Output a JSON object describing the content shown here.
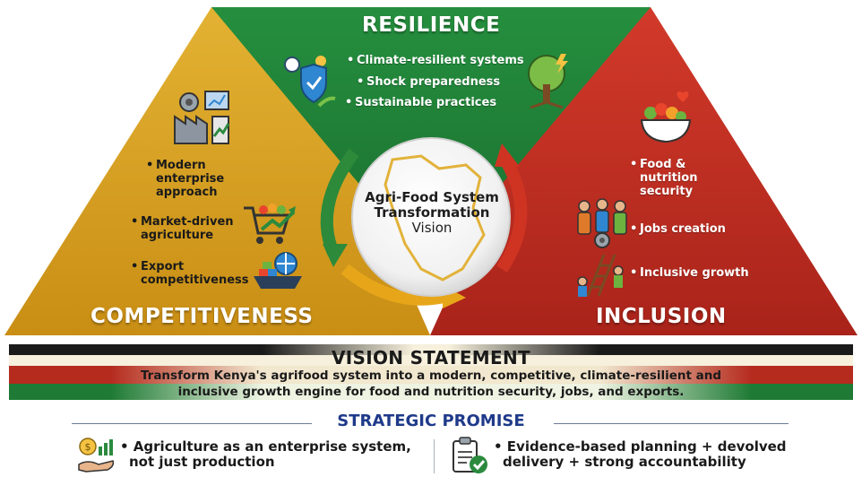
{
  "panels": {
    "resilience": {
      "title": "RESILIENCE",
      "color": "#1e8a3a",
      "bullets": [
        "Climate-resilient systems",
        "Shock preparedness",
        "Sustainable practices"
      ],
      "icons": [
        "shield-plant-icon",
        "tree-icon"
      ]
    },
    "competitiveness": {
      "title": "COMPETITIVENESS",
      "color": "#d9a21c",
      "bullets": [
        [
          "Modern",
          "enterprise",
          "approach"
        ],
        [
          "Market-driven",
          "agriculture"
        ],
        [
          "Export",
          "competitiveness"
        ]
      ],
      "icons": [
        "factory-icon",
        "cart-growth-icon",
        "cargo-ship-icon"
      ]
    },
    "inclusion": {
      "title": "INCLUSION",
      "color": "#c62f21",
      "bullets": [
        [
          "Food &",
          "nutrition",
          "security"
        ],
        [
          "Jobs creation"
        ],
        [
          "Inclusive growth"
        ]
      ],
      "icons": [
        "food-bowl-icon",
        "workers-icon",
        "ladder-growth-icon"
      ]
    }
  },
  "center": {
    "line1": "Agri-Food System",
    "line2": "Transformation",
    "line3": "Vision"
  },
  "vision_statement": {
    "title": "VISION STATEMENT",
    "line1": "Transform Kenya's agrifood system into a modern, competitive, climate-resilient and",
    "line2": "inclusive growth engine for food and nutrition security, jobs, and exports."
  },
  "strategic_promise": {
    "title": "STRATEGIC PROMISE",
    "left": {
      "line1": "• Agriculture as an enterprise system,",
      "line2": "not just production",
      "icon": "hand-money-icon"
    },
    "right": {
      "line1": "• Evidence-based planning + devolved",
      "line2": "delivery + strong accountability",
      "icon": "clipboard-check-icon"
    }
  },
  "bullet_char": "•"
}
